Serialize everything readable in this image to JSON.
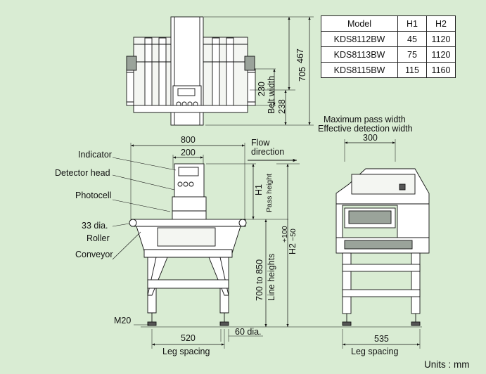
{
  "spec_table": {
    "headers": [
      "Model",
      "H1",
      "H2"
    ],
    "rows": [
      [
        "KDS8112BW",
        "45",
        "1120"
      ],
      [
        "KDS8113BW",
        "75",
        "1120"
      ],
      [
        "KDS8115BW",
        "115",
        "1160"
      ]
    ]
  },
  "top_view": {
    "dim_467": "467",
    "dim_705": "705",
    "dim_230": "230",
    "dim_238": "238",
    "belt_width": "Belt width"
  },
  "front_view": {
    "dim_800": "800",
    "dim_200": "200",
    "flow_line1": "Flow",
    "flow_line2": "direction",
    "indicator": "Indicator",
    "detector_head": "Detector head",
    "photocell": "Photocell",
    "dia_33": "33 dia.",
    "roller": "Roller",
    "conveyor": "Conveyor",
    "m20": "M20",
    "h1": "H1",
    "pass_height": "Pass height",
    "h2_main": "H2",
    "h2_upper": "+100",
    "h2_lower": "−50",
    "line_range": "700 to 850",
    "line_heights": "Line heights",
    "dim_520": "520",
    "dia_60": "60 dia.",
    "leg_spacing": "Leg spacing"
  },
  "side_view": {
    "max_pass_width": "Maximum pass width",
    "effective_detection_width": "Effective detection width",
    "dim_300": "300",
    "dim_535": "535",
    "leg_spacing": "Leg spacing"
  },
  "units": "Units : mm",
  "colors": {
    "background": "#d9ecd3",
    "line": "#111111",
    "metal": "#ffffff",
    "steel_shade": "#9aa39a",
    "dark": "#555555"
  }
}
